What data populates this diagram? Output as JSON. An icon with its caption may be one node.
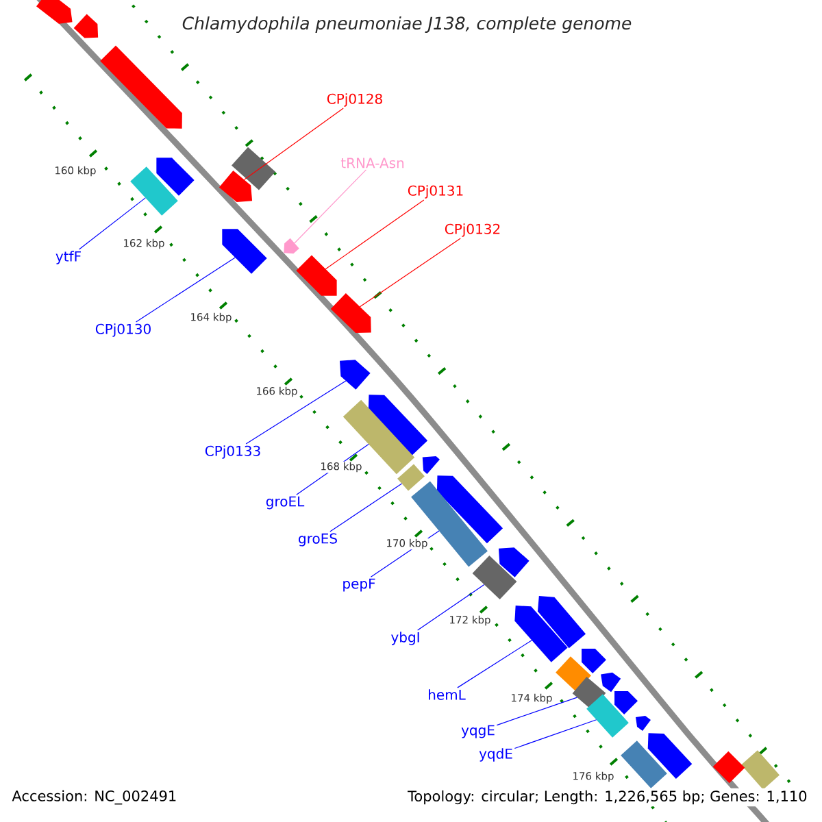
{
  "diagram": {
    "title": "Chlamydophila pneumoniae J138, complete genome",
    "nodes": [
      {
        "text": [
          "CPj0128"
        ]
      },
      {
        "text": [
          "tRNA-Asn"
        ]
      },
      {
        "text": [
          "CPj0131"
        ]
      },
      {
        "text": [
          "CPj0132"
        ]
      },
      {
        "text": [
          "ytfF"
        ]
      },
      {
        "text": [
          "CPj0130"
        ]
      },
      {
        "text": [
          "CPj0133"
        ]
      },
      {
        "text": [
          "groEL"
        ]
      },
      {
        "text": [
          "groES"
        ]
      },
      {
        "text": [
          "pepF"
        ]
      },
      {
        "text": [
          "ybgI"
        ]
      },
      {
        "text": [
          "hemL"
        ]
      },
      {
        "text": [
          "yqgE"
        ]
      },
      {
        "text": [
          "yqdE"
        ]
      },
      {
        "text": [],
        "shape": "arrow"
      },
      {
        "text": [],
        "shape": "arrow"
      },
      {
        "text": [],
        "shape": "arrow"
      },
      {
        "text": [],
        "shape": "bar"
      },
      {
        "text": [],
        "shape": "arrow"
      },
      {
        "text": [],
        "shape": "bar"
      },
      {
        "text": [],
        "shape": "arrow"
      },
      {
        "text": [],
        "shape": "arrow"
      },
      {
        "text": [],
        "shape": "arrow"
      },
      {
        "text": [],
        "shape": "arrow"
      },
      {
        "text": [],
        "shape": "arrow"
      },
      {
        "text": [],
        "shape": "arrow"
      },
      {
        "text": [],
        "shape": "arrow"
      },
      {
        "text": [],
        "shape": "bar"
      },
      {
        "text": [],
        "shape": "arrow"
      },
      {
        "text": [],
        "shape": "bar"
      },
      {
        "text": [],
        "shape": "arrow"
      },
      {
        "text": [],
        "shape": "bar"
      },
      {
        "text": [],
        "shape": "arrow"
      },
      {
        "text": [],
        "shape": "bar"
      },
      {
        "text": [],
        "shape": "arrow"
      },
      {
        "text": [],
        "shape": "arrow"
      },
      {
        "text": [],
        "shape": "arrow"
      },
      {
        "text": [],
        "shape": "bar"
      },
      {
        "text": [],
        "shape": "arrow"
      },
      {
        "text": [],
        "shape": "bar"
      },
      {
        "text": [],
        "shape": "arrow"
      },
      {
        "text": [],
        "shape": "bar"
      },
      {
        "text": [],
        "shape": "arrow"
      },
      {
        "text": [],
        "shape": "arrow"
      },
      {
        "text": [],
        "shape": "bar"
      },
      {
        "text": [],
        "shape": "bar"
      },
      {
        "text": [],
        "shape": "bar"
      }
    ],
    "edges": [
      {
        "from": 0,
        "to": 20,
        "arrow": "none",
        "color": "#ff0000"
      },
      {
        "from": 1,
        "to": 22,
        "arrow": "none",
        "color": "#ff99cc"
      },
      {
        "from": 2,
        "to": 23,
        "arrow": "none",
        "color": "#ff0000"
      },
      {
        "from": 3,
        "to": 24,
        "arrow": "none",
        "color": "#ff0000"
      },
      {
        "from": 4,
        "to": 19,
        "arrow": "none"
      },
      {
        "from": 5,
        "to": 21,
        "arrow": "none"
      },
      {
        "from": 6,
        "to": 25,
        "arrow": "none"
      },
      {
        "from": 7,
        "to": 27,
        "arrow": "none"
      },
      {
        "from": 8,
        "to": 29,
        "arrow": "none"
      },
      {
        "from": 9,
        "to": 31,
        "arrow": "none"
      },
      {
        "from": 10,
        "to": 33,
        "arrow": "none"
      },
      {
        "from": 11,
        "to": 35,
        "arrow": "none"
      },
      {
        "from": 12,
        "to": 39,
        "arrow": "none"
      },
      {
        "from": 13,
        "to": 41,
        "arrow": "none"
      }
    ],
    "labels": [
      "160 kbp",
      "162 kbp",
      "164 kbp",
      "166 kbp",
      "168 kbp",
      "170 kbp",
      "172 kbp",
      "174 kbp",
      "176 kbp",
      "Accession: NC_002491",
      "Topology: circular; Length: 1,226,565 bp; Genes: 1,110"
    ]
  }
}
